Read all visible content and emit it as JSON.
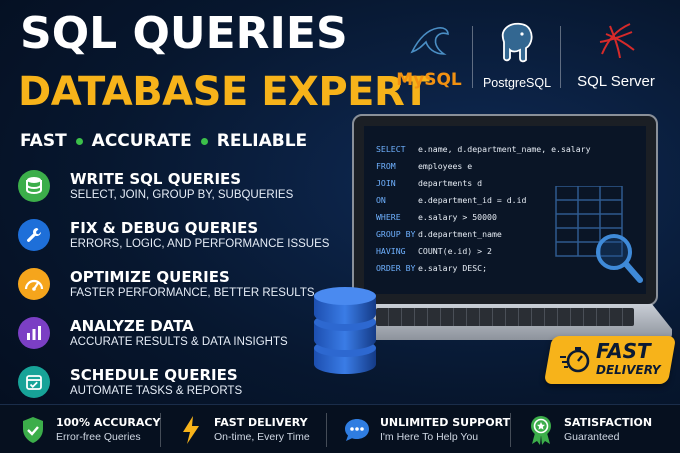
{
  "header": {
    "title_line1": "SQL QUERIES",
    "title_line2": "DATABASE EXPERT",
    "tagline": [
      "FAST",
      "ACCURATE",
      "RELIABLE"
    ]
  },
  "logos": [
    {
      "name": "MySQL",
      "icon": "dolphin-icon"
    },
    {
      "name": "PostgreSQL",
      "icon": "elephant-icon"
    },
    {
      "name": "SQL Server",
      "icon": "sql-server-icon"
    }
  ],
  "features": [
    {
      "title": "WRITE SQL QUERIES",
      "subtitle": "SELECT, JOIN, GROUP BY, SUBQUERIES",
      "icon": "database-icon",
      "color": "#3cae4a"
    },
    {
      "title": "FIX & DEBUG QUERIES",
      "subtitle": "ERRORS, LOGIC, AND PERFORMANCE ISSUES",
      "icon": "wrench-icon",
      "color": "#1e6fd9"
    },
    {
      "title": "OPTIMIZE QUERIES",
      "subtitle": "FASTER PERFORMANCE, BETTER RESULTS",
      "icon": "speedometer-icon",
      "color": "#f5a51c"
    },
    {
      "title": "ANALYZE DATA",
      "subtitle": "ACCURATE RESULTS & DATA INSIGHTS",
      "icon": "bar-chart-icon",
      "color": "#7b3fc4"
    },
    {
      "title": "SCHEDULE QUERIES",
      "subtitle": "AUTOMATE TASKS & REPORTS",
      "icon": "calendar-check-icon",
      "color": "#17a398"
    }
  ],
  "code": [
    {
      "kw": "SELECT",
      "text": "e.name, d.department_name, e.salary"
    },
    {
      "kw": "FROM",
      "text": "employees e"
    },
    {
      "kw": "JOIN",
      "text": "departments d"
    },
    {
      "kw": "ON",
      "text": "e.department_id = d.id"
    },
    {
      "kw": "WHERE",
      "text": "e.salary > 50000"
    },
    {
      "kw": "GROUP BY",
      "text": "d.department_name"
    },
    {
      "kw": "HAVING",
      "text": "COUNT(e.id) > 2"
    },
    {
      "kw": "ORDER BY",
      "text": "e.salary DESC;"
    }
  ],
  "badge": {
    "big": "FAST",
    "small": "DELIVERY"
  },
  "bottom": [
    {
      "title": "100% ACCURACY",
      "subtitle": "Error-free Queries",
      "icon": "shield-check-icon"
    },
    {
      "title": "FAST DELIVERY",
      "subtitle": "On-time, Every Time",
      "icon": "lightning-icon"
    },
    {
      "title": "UNLIMITED SUPPORT",
      "subtitle": "I'm Here To Help You",
      "icon": "chat-bubble-icon"
    },
    {
      "title": "SATISFACTION",
      "subtitle": "Guaranteed",
      "icon": "award-badge-icon"
    }
  ],
  "colors": {
    "accent": "#f7b31a",
    "background": "#07172f",
    "check_green": "#3cc04a"
  }
}
